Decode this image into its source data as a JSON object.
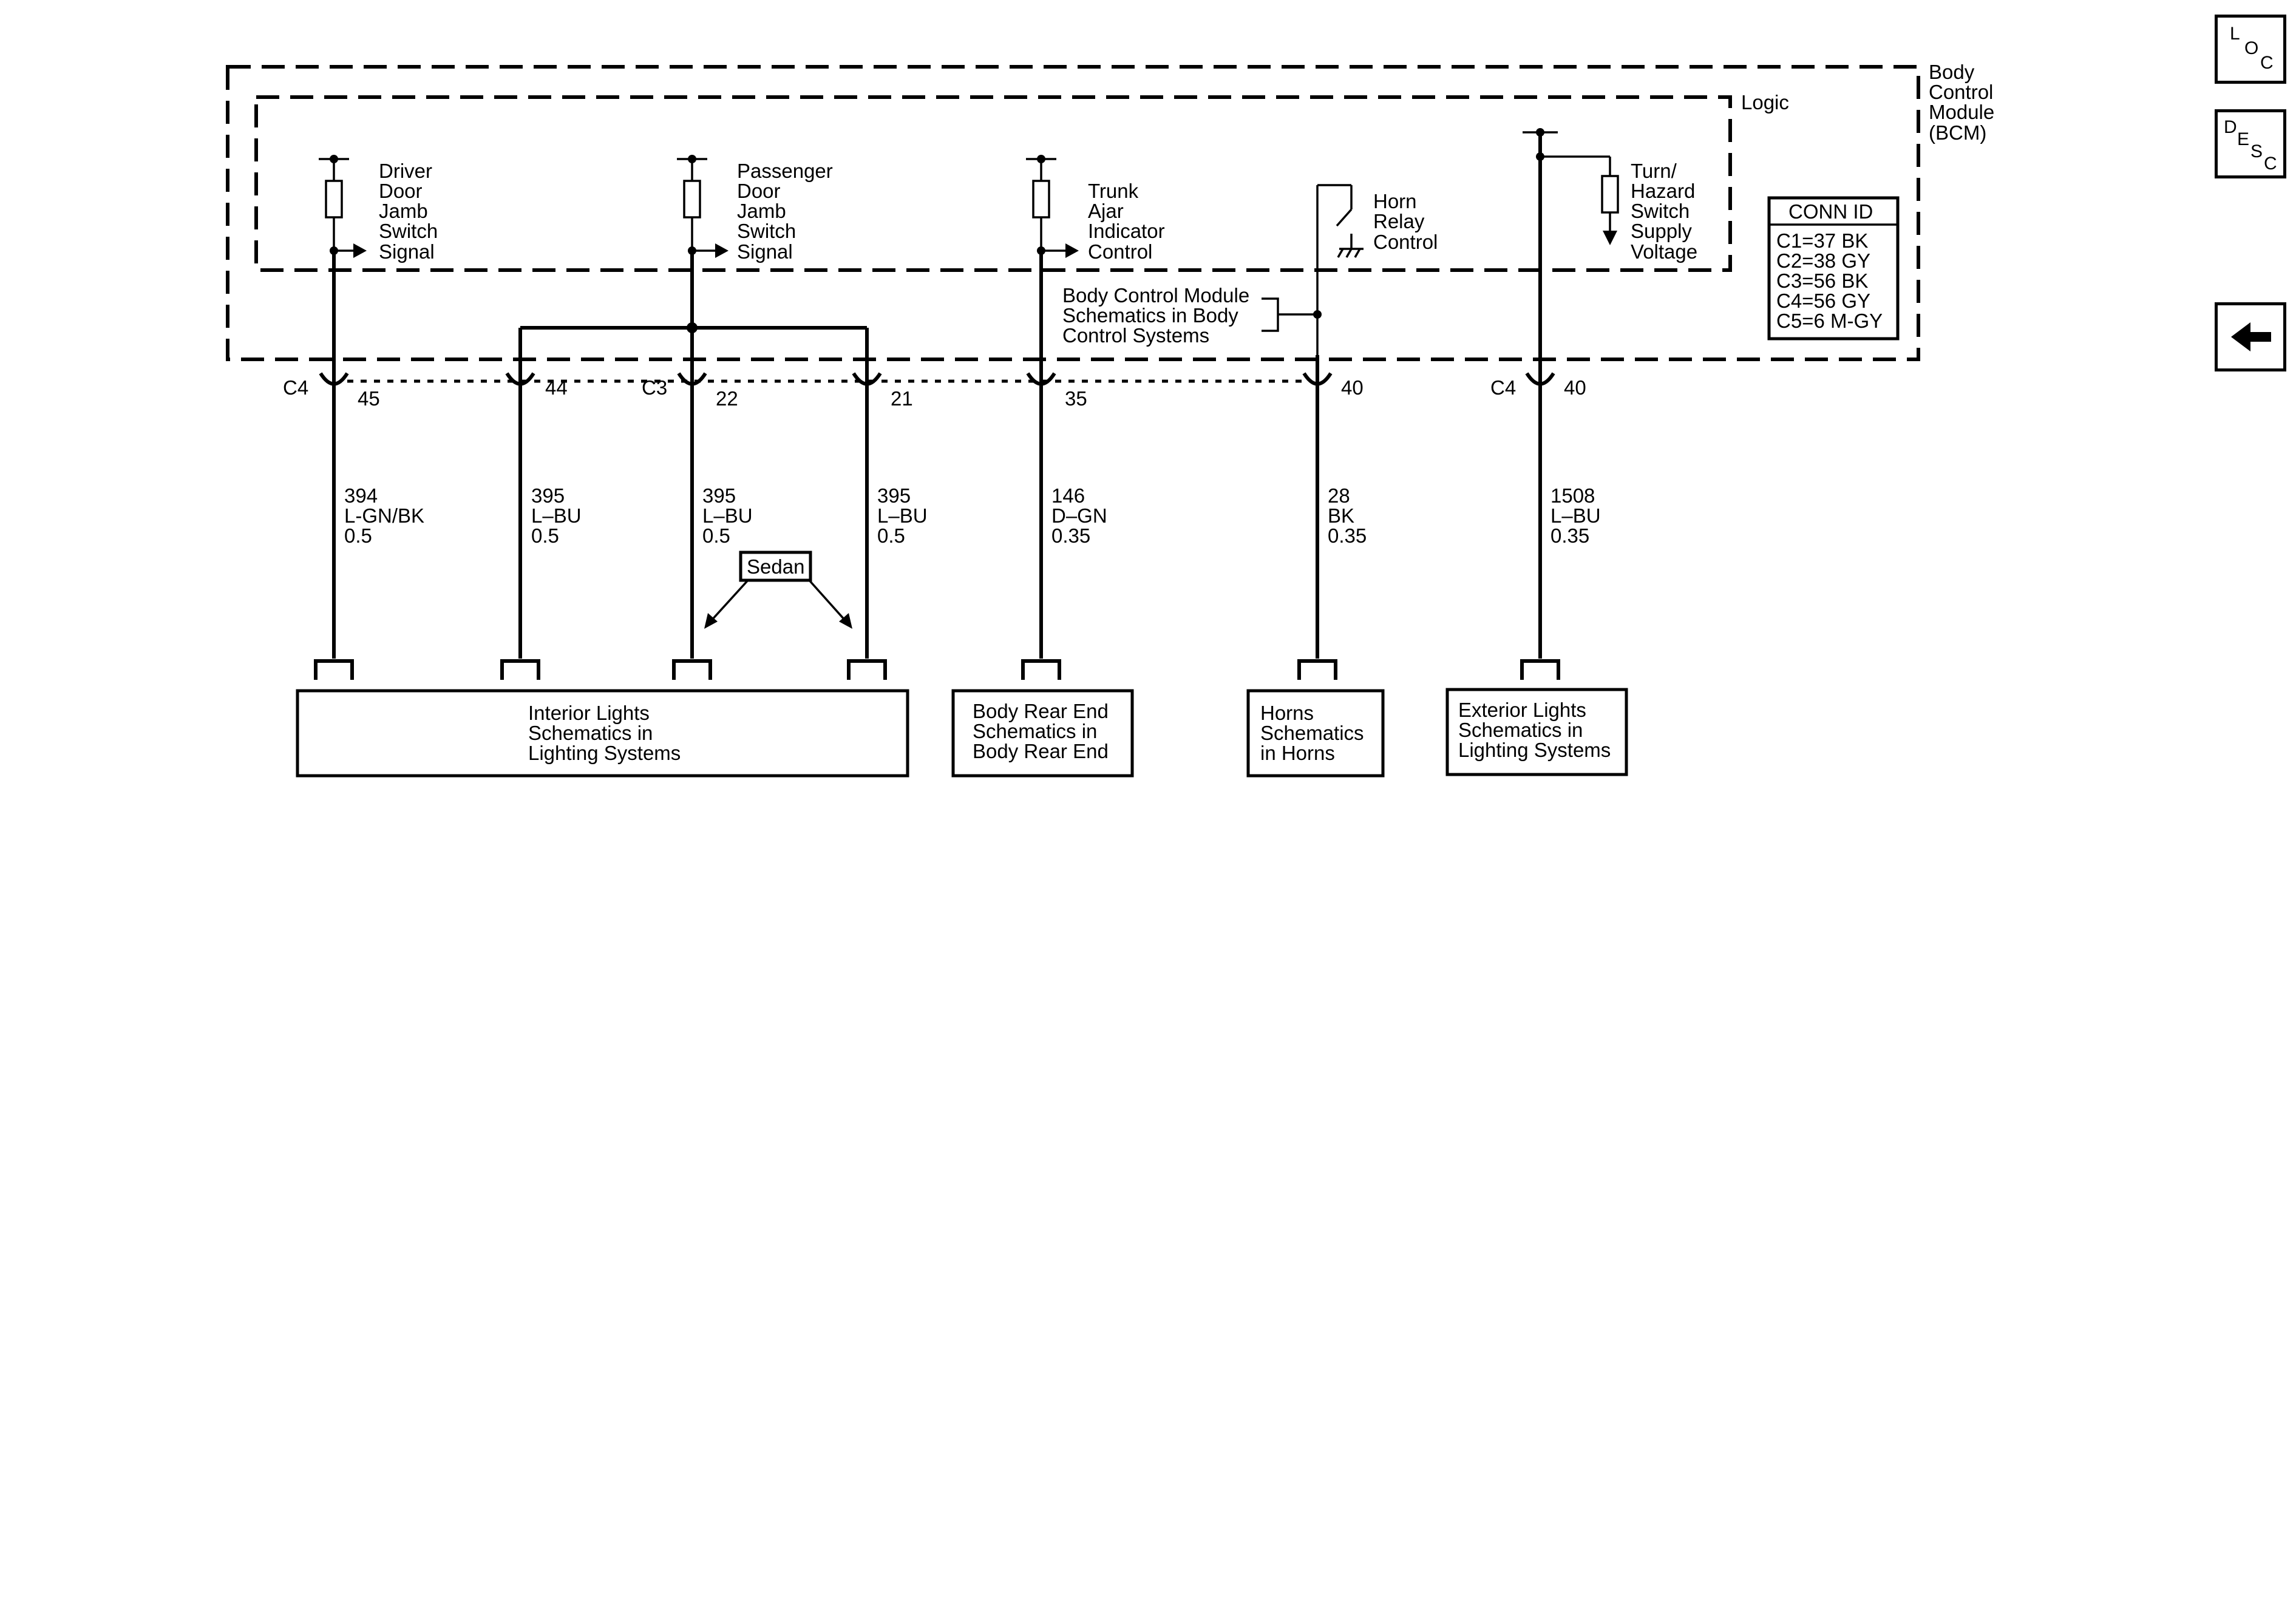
{
  "module": {
    "name_lines": [
      "Body",
      "Control",
      "Module",
      "(BCM)"
    ],
    "logic_label": "Logic"
  },
  "inputs": {
    "driver": [
      "Driver",
      "Door",
      "Jamb",
      "Switch",
      "Signal"
    ],
    "passenger": [
      "Passenger",
      "Door",
      "Jamb",
      "Switch",
      "Signal"
    ],
    "trunk": [
      "Trunk",
      "Ajar",
      "Indicator",
      "Control"
    ],
    "horn": [
      "Horn",
      "Relay",
      "Control"
    ],
    "turn": [
      "Turn/",
      "Hazard",
      "Switch",
      "Supply",
      "Voltage"
    ]
  },
  "bcm_ref": [
    "Body Control Module",
    "Schematics in Body",
    "Control Systems"
  ],
  "conn_id": {
    "title": "CONN ID",
    "rows": [
      "C1=37 BK",
      "C2=38 GY",
      "C3=56 BK",
      "C4=56 GY",
      "C5=6 M-GY"
    ]
  },
  "connectors": {
    "c4a": "C4",
    "c3": "C3",
    "c4b": "C4",
    "pins": [
      "45",
      "44",
      "22",
      "21",
      "35",
      "40",
      "40"
    ]
  },
  "wires": [
    {
      "circuit": "394",
      "color": "L-GN/BK",
      "size": "0.5"
    },
    {
      "circuit": "395",
      "color": "L–BU",
      "size": "0.5"
    },
    {
      "circuit": "395",
      "color": "L–BU",
      "size": "0.5"
    },
    {
      "circuit": "395",
      "color": "L–BU",
      "size": "0.5"
    },
    {
      "circuit": "146",
      "color": "D–GN",
      "size": "0.35"
    },
    {
      "circuit": "28",
      "color": "BK",
      "size": "0.35"
    },
    {
      "circuit": "1508",
      "color": "L–BU",
      "size": "0.35"
    }
  ],
  "option_label": "Sedan",
  "destinations": {
    "interior": [
      "Interior Lights",
      "Schematics in",
      "Lighting Systems"
    ],
    "body_rear": [
      "Body Rear End",
      "Schematics in",
      "Body Rear End"
    ],
    "horns": [
      "Horns",
      "Schematics",
      "in Horns"
    ],
    "exterior": [
      "Exterior Lights",
      "Schematics in",
      "Lighting Systems"
    ]
  },
  "nav": {
    "loc": {
      "l": "L",
      "o": "O",
      "c": "C"
    },
    "desc": {
      "d": "D",
      "e": "E",
      "s": "S",
      "c": "C"
    },
    "back_icon": "left-arrow-icon"
  }
}
